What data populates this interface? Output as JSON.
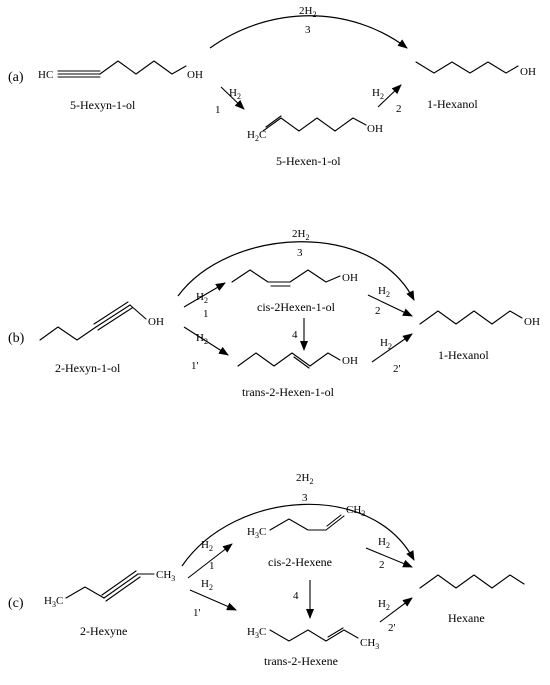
{
  "panel_a": {
    "label": "(a)",
    "start_name": "5-Hexyn-1-ol",
    "mid_name": "5-Hexen-1-ol",
    "end_name": "1-Hexanol",
    "hc": "HC",
    "oh1": "OH",
    "oh2": "OH",
    "oh3": "OH",
    "h2c": "H",
    "h2c_sub": "2",
    "h2c_c": "C",
    "route3_reagent": "2H",
    "route3_sub": "2",
    "route3_num": "3",
    "route1_reagent": "H",
    "route1_sub": "2",
    "route1_num": "1",
    "route2_reagent": "H",
    "route2_sub": "2",
    "route2_num": "2"
  },
  "panel_b": {
    "label": "(b)",
    "start_name": "2-Hexyn-1-ol",
    "cis_name": "cis-2Hexen-1-ol",
    "trans_name": "trans-2-Hexen-1-ol",
    "end_name": "1-Hexanol",
    "oh_start": "OH",
    "oh_cis": "OH",
    "oh_trans": "OH",
    "oh_end": "OH",
    "route3_reagent": "2H",
    "route3_sub": "2",
    "route3_num": "3",
    "route1_reagent": "H",
    "route1_sub": "2",
    "route1_num": "1",
    "route1p_reagent": "H",
    "route1p_sub": "2",
    "route1p_num": "1'",
    "route2_reagent": "H",
    "route2_sub": "2",
    "route2_num": "2",
    "route2p_reagent": "H",
    "route2p_sub": "2",
    "route2p_num": "2'",
    "route4_num": "4"
  },
  "panel_c": {
    "label": "(c)",
    "start_name": "2-Hexyne",
    "cis_name": "cis-2-Hexene",
    "trans_name": "trans-2-Hexene",
    "end_name": "Hexane",
    "start_h3c": "H",
    "start_h3c_sub": "3",
    "start_h3c_c": "C",
    "start_ch3": "CH",
    "start_ch3_sub": "3",
    "cis_h3c": "H",
    "cis_h3c_sub": "3",
    "cis_h3c_c": "C",
    "cis_ch3": "CH",
    "cis_ch3_sub": "3",
    "trans_h3c": "H",
    "trans_h3c_sub": "3",
    "trans_h3c_c": "C",
    "trans_ch3": "CH",
    "trans_ch3_sub": "3",
    "route3_reagent": "2H",
    "route3_sub": "2",
    "route3_num": "3",
    "route1_reagent": "H",
    "route1_sub": "2",
    "route1_num": "1",
    "route1p_reagent": "H",
    "route1p_sub": "2",
    "route1p_num": "1'",
    "route2_reagent": "H",
    "route2_sub": "2",
    "route2_num": "2",
    "route2p_reagent": "H",
    "route2p_sub": "2",
    "route2p_num": "2'",
    "route4_num": "4"
  }
}
